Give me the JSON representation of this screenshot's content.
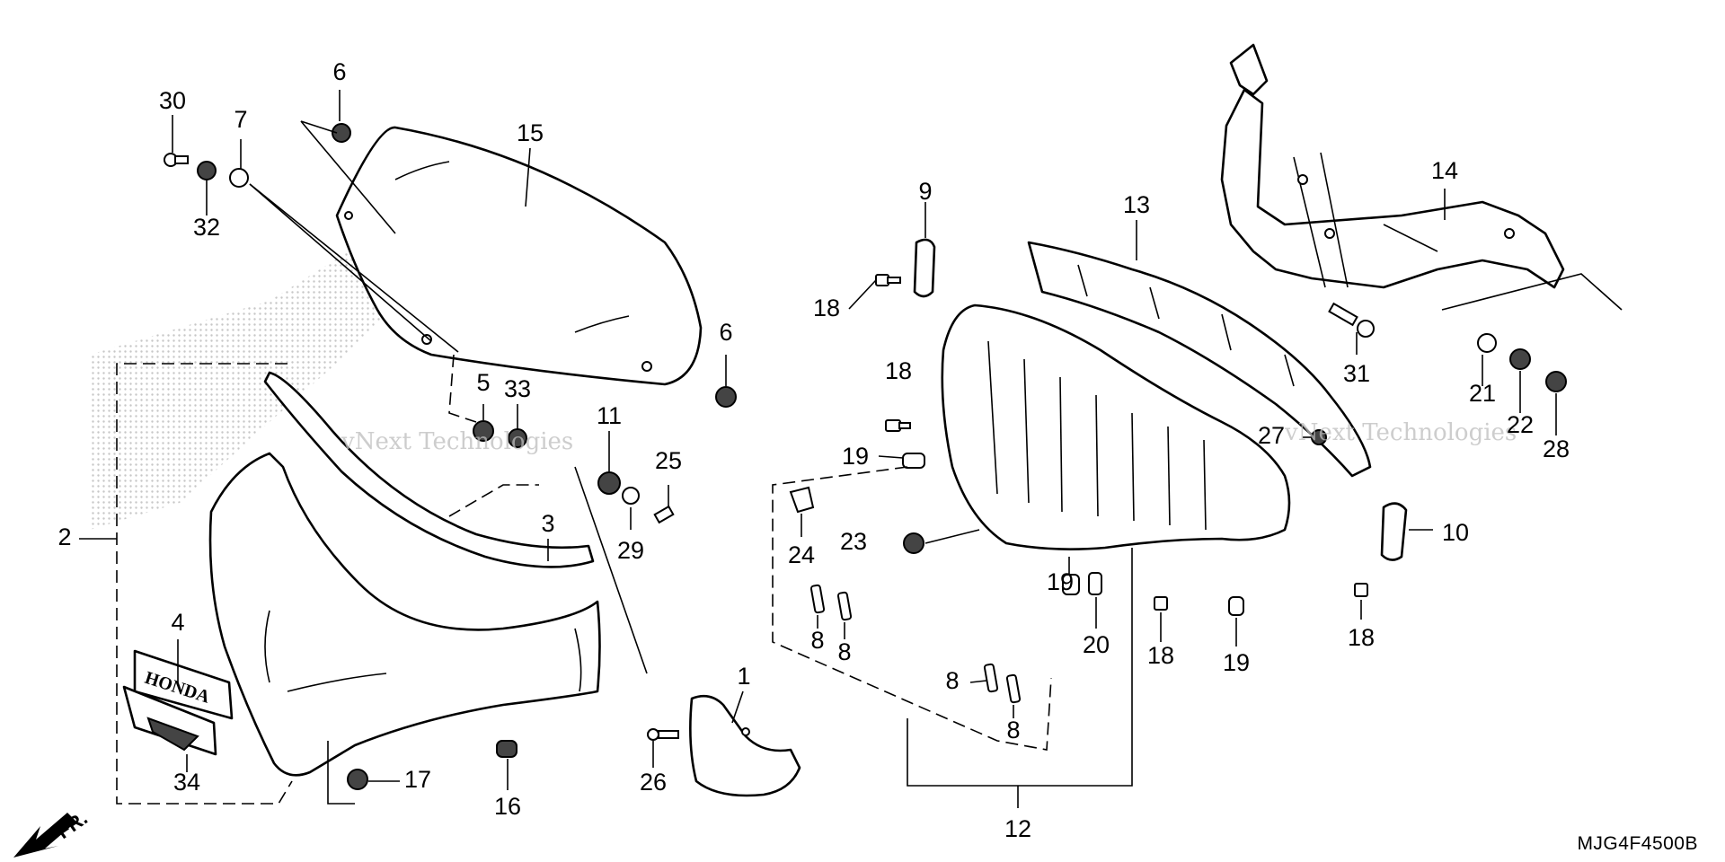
{
  "diagram_code": "MJG4F4500B",
  "watermark": "vNext Technologies",
  "front_marker": "FR.",
  "brand_emblem": "HONDA",
  "callouts": [
    {
      "id": "c1",
      "label": "1"
    },
    {
      "id": "c2",
      "label": "2"
    },
    {
      "id": "c3",
      "label": "3"
    },
    {
      "id": "c4",
      "label": "4"
    },
    {
      "id": "c5",
      "label": "5"
    },
    {
      "id": "c6a",
      "label": "6"
    },
    {
      "id": "c6b",
      "label": "6"
    },
    {
      "id": "c7",
      "label": "7"
    },
    {
      "id": "c8a",
      "label": "8"
    },
    {
      "id": "c8b",
      "label": "8"
    },
    {
      "id": "c8c",
      "label": "8"
    },
    {
      "id": "c8d",
      "label": "8"
    },
    {
      "id": "c9",
      "label": "9"
    },
    {
      "id": "c10",
      "label": "10"
    },
    {
      "id": "c11",
      "label": "11"
    },
    {
      "id": "c12",
      "label": "12"
    },
    {
      "id": "c13",
      "label": "13"
    },
    {
      "id": "c14",
      "label": "14"
    },
    {
      "id": "c15",
      "label": "15"
    },
    {
      "id": "c16",
      "label": "16"
    },
    {
      "id": "c17",
      "label": "17"
    },
    {
      "id": "c18a",
      "label": "18"
    },
    {
      "id": "c18b",
      "label": "18"
    },
    {
      "id": "c18c",
      "label": "18"
    },
    {
      "id": "c18d",
      "label": "18"
    },
    {
      "id": "c19a",
      "label": "19"
    },
    {
      "id": "c19b",
      "label": "19"
    },
    {
      "id": "c19c",
      "label": "19"
    },
    {
      "id": "c20",
      "label": "20"
    },
    {
      "id": "c21",
      "label": "21"
    },
    {
      "id": "c22",
      "label": "22"
    },
    {
      "id": "c23",
      "label": "23"
    },
    {
      "id": "c24",
      "label": "24"
    },
    {
      "id": "c25",
      "label": "25"
    },
    {
      "id": "c26",
      "label": "26"
    },
    {
      "id": "c27",
      "label": "27"
    },
    {
      "id": "c28",
      "label": "28"
    },
    {
      "id": "c29",
      "label": "29"
    },
    {
      "id": "c30",
      "label": "30"
    },
    {
      "id": "c31",
      "label": "31"
    },
    {
      "id": "c32",
      "label": "32"
    },
    {
      "id": "c33",
      "label": "33"
    },
    {
      "id": "c34",
      "label": "34"
    }
  ]
}
